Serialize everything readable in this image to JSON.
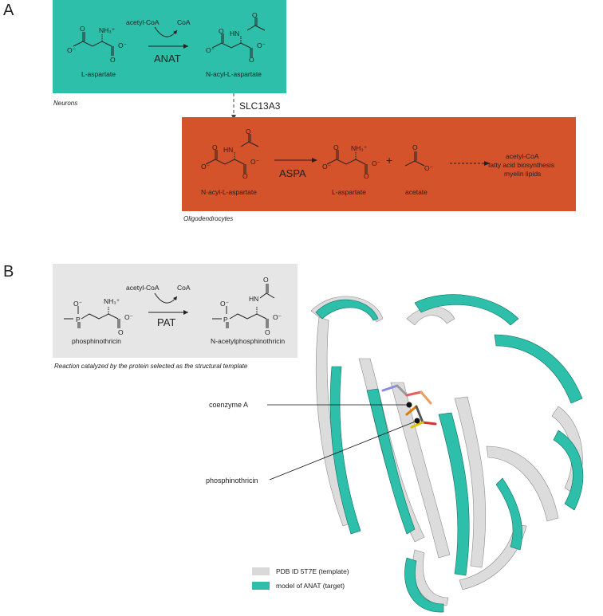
{
  "panelA": {
    "letter": "A",
    "neurons": {
      "caption": "Neurons",
      "cofactor_in": "acetyl-CoA",
      "cofactor_out": "CoA",
      "enzyme": "ANAT",
      "substrate": "L-aspartate",
      "product": "N-acyl-L-aspartate",
      "color": "#2dbfaa"
    },
    "transporter": "SLC13A3",
    "oligodendrocytes": {
      "caption": "Oligodendrocytes",
      "enzyme": "ASPA",
      "substrate": "N-acyl-L-aspartate",
      "product1": "L-aspartate",
      "plus": "+",
      "product2": "acetate",
      "downstream": [
        "acetyl-CoA",
        "fatty acid biosynthesis",
        "myelin lipids"
      ],
      "color": "#d5532b"
    }
  },
  "panelB": {
    "letter": "B",
    "template_reaction": {
      "caption": "Reaction catalyzed by the protein selected as the structural template",
      "cofactor_in": "acetyl-CoA",
      "cofactor_out": "CoA",
      "enzyme": "PAT",
      "substrate": "phosphinothricin",
      "product": "N-acetylphosphinothricin",
      "color": "#e6e6e6"
    },
    "annotations": {
      "coenzyme": "coenzyme A",
      "ligand": "phosphinothricin"
    },
    "legend": [
      {
        "label": "PDB ID 5T7E (template)",
        "color": "#d9d9d9"
      },
      {
        "label": "model of ANAT (target)",
        "color": "#2dbfaa"
      }
    ]
  },
  "atoms": {
    "o": "O",
    "o_minus": "O⁻",
    "nh3": "NH₃⁺",
    "hn": "HN",
    "p": "P"
  }
}
